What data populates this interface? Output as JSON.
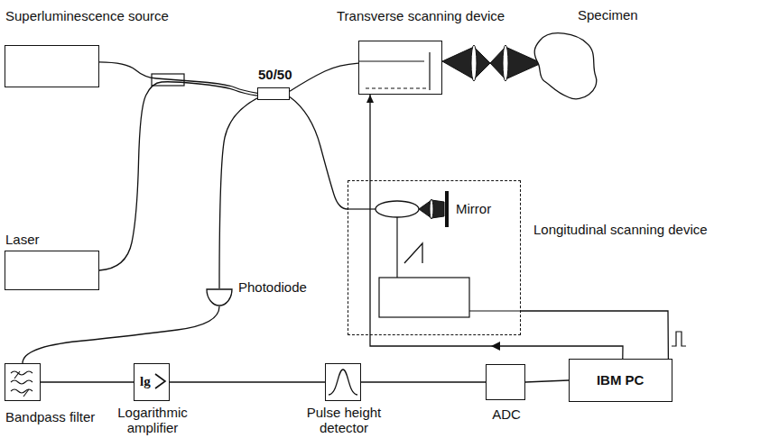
{
  "diagram": {
    "nodes": [
      {
        "text": [
          "Superluminescence source"
        ]
      },
      {
        "text": [
          "Laser"
        ]
      },
      {
        "text": [
          "50/50"
        ]
      },
      {
        "text": [
          "Transverse scanning device"
        ]
      },
      {
        "text": [
          "Longitudinal scanning device"
        ]
      },
      {
        "text": [
          "Photodiode"
        ]
      },
      {
        "text": [
          "Bandpass filter"
        ]
      },
      {
        "text": [
          "lg",
          "Logarithmic amplifier"
        ]
      },
      {
        "text": [
          "Pulse height detector"
        ]
      },
      {
        "text": [
          "ADC"
        ]
      },
      {
        "text": [
          "IBM PC"
        ]
      }
    ],
    "edges": [
      {
        "from": 0,
        "to": 2,
        "arrow": "none"
      },
      {
        "from": 1,
        "to": 2,
        "arrow": "none"
      },
      {
        "from": 2,
        "to": 3,
        "arrow": "none"
      },
      {
        "from": 2,
        "to": 4,
        "arrow": "none"
      },
      {
        "from": 2,
        "to": 5,
        "arrow": "none"
      },
      {
        "from": 5,
        "to": 6,
        "arrow": "none"
      },
      {
        "from": 6,
        "to": 7,
        "arrow": "none"
      },
      {
        "from": 7,
        "to": 8,
        "arrow": "none"
      },
      {
        "from": 8,
        "to": 9,
        "arrow": "none"
      },
      {
        "from": 9,
        "to": 10,
        "arrow": "none"
      },
      {
        "from": 10,
        "to": 3,
        "arrow": "to"
      },
      {
        "from": 10,
        "to": 4,
        "arrow": "none"
      }
    ],
    "labels": [
      "Specimen",
      "Mirror"
    ]
  }
}
